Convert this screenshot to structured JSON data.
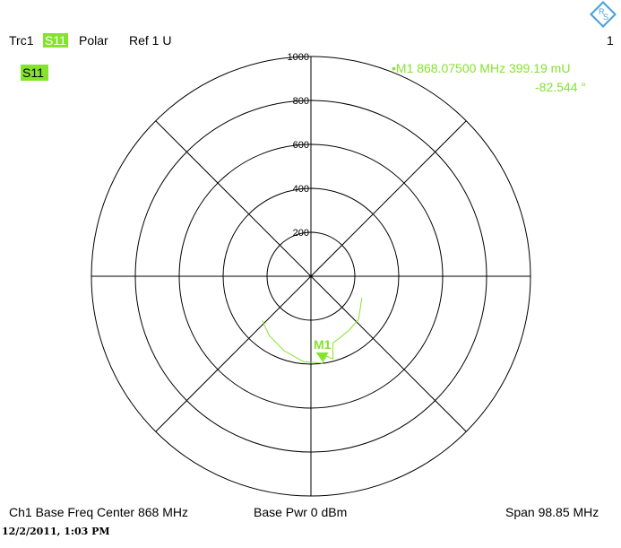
{
  "header": {
    "trace": "Trc1",
    "param": "S11",
    "format": "Polar",
    "ref": "Ref 1 U",
    "window_number": "1"
  },
  "trace_label": "S11",
  "marker": {
    "name": "M1",
    "label_line1": "•M1   868.07500 MHz   399.19 mU",
    "label_line2": "-82.544    °",
    "frequency_mhz": 868.075,
    "magnitude_mU": 399.19,
    "phase_deg": -82.544
  },
  "polar_grid": {
    "ring_labels": [
      "1000",
      "800",
      "600",
      "400",
      "200"
    ],
    "ring_values": [
      1000,
      800,
      600,
      400,
      200
    ],
    "max": 1000
  },
  "footer": {
    "channel": "Ch1   Base Freq   Center  868 MHz",
    "power": "Base Pwr   0 dBm",
    "span": "Span  98.85 MHz"
  },
  "timestamp": "12/2/2011, 1:03 PM",
  "colors": {
    "trace": "#84e32d",
    "grid": "#000000",
    "highlight": "#84e32d"
  },
  "chart_data": {
    "type": "scatter",
    "title": "",
    "series": [
      {
        "name": "S11",
        "points_mU_deg": [
          [
            252,
            -23
          ],
          [
            292,
            -42
          ],
          [
            300,
            -54
          ],
          [
            310,
            -65
          ],
          [
            320,
            -72
          ],
          [
            390,
            -75
          ],
          [
            380,
            -77
          ],
          [
            370,
            -79
          ],
          [
            399.19,
            -82.544
          ],
          [
            390,
            -95
          ],
          [
            360,
            -110
          ],
          [
            330,
            -125
          ],
          [
            300,
            -138
          ]
        ]
      }
    ],
    "rlim": [
      0,
      1000
    ]
  }
}
